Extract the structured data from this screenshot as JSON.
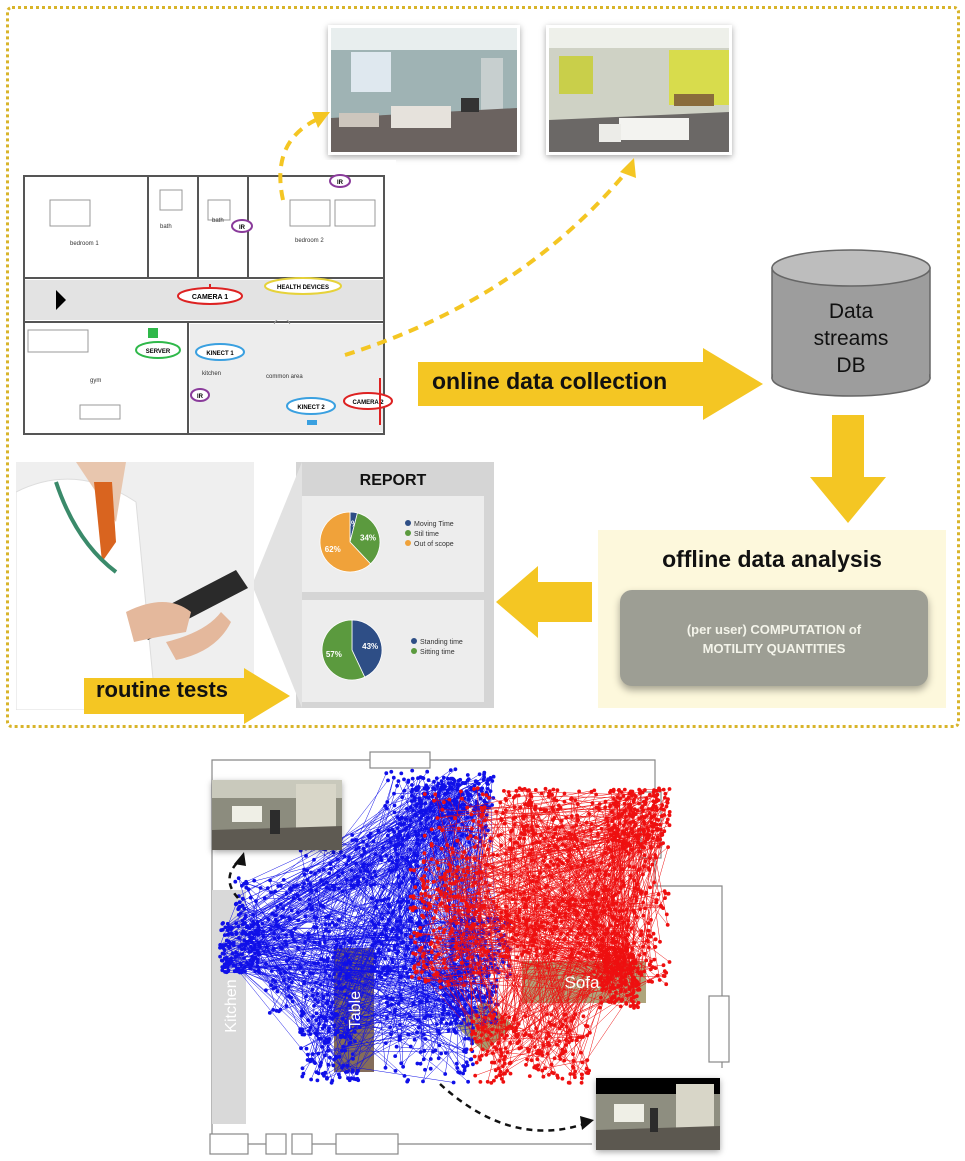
{
  "floorplan": {
    "rooms": {
      "bedroom1": "bedroom 1",
      "bath1": "bath",
      "bath2": "bath",
      "bedroom2": "bedroom 2",
      "gym": "gym",
      "kitchen": "kitchen",
      "common": "common area"
    },
    "sensors": {
      "ir_top": "IR",
      "ir_bath": "IR",
      "ir_kitchen": "IR",
      "camera1": "CAMERA 1",
      "camera2": "CAMERA 2",
      "health": "HEALTH DEVICES",
      "server": "SERVER",
      "kinect1": "KINECT 1",
      "kinect2": "KINECT 2"
    }
  },
  "database": {
    "line1": "Data",
    "line2": "streams",
    "line3": "DB"
  },
  "online_label": "online data collection",
  "analysis": {
    "title": "offline data analysis",
    "box_line1": "(per user) COMPUTATION of",
    "box_line2": "MOTILITY QUANTITIES"
  },
  "routine_label": "routine tests",
  "report": {
    "title": "REPORT",
    "pie1": {
      "slices": [
        {
          "label": "Moving Time",
          "value": 4,
          "text": "4%",
          "color": "#2e4e86"
        },
        {
          "label": "Stil time",
          "value": 34,
          "text": "34%",
          "color": "#5b9a3e"
        },
        {
          "label": "Out of scope",
          "value": 62,
          "text": "62%",
          "color": "#f0a23a"
        }
      ]
    },
    "pie2": {
      "slices": [
        {
          "label": "Standing time",
          "value": 43,
          "text": "43%",
          "color": "#2e4e86"
        },
        {
          "label": "Sitting time",
          "value": 57,
          "text": "57%",
          "color": "#5b9a3e"
        }
      ]
    }
  },
  "trajectory": {
    "kitchen": "Kitchen",
    "table": "Table",
    "sofa": "Sofa"
  },
  "colors": {
    "arrow_yellow": "#f4c623",
    "dotted_border": "#d8b42a",
    "blue_track": "#1010e8",
    "red_track": "#ee1010"
  }
}
